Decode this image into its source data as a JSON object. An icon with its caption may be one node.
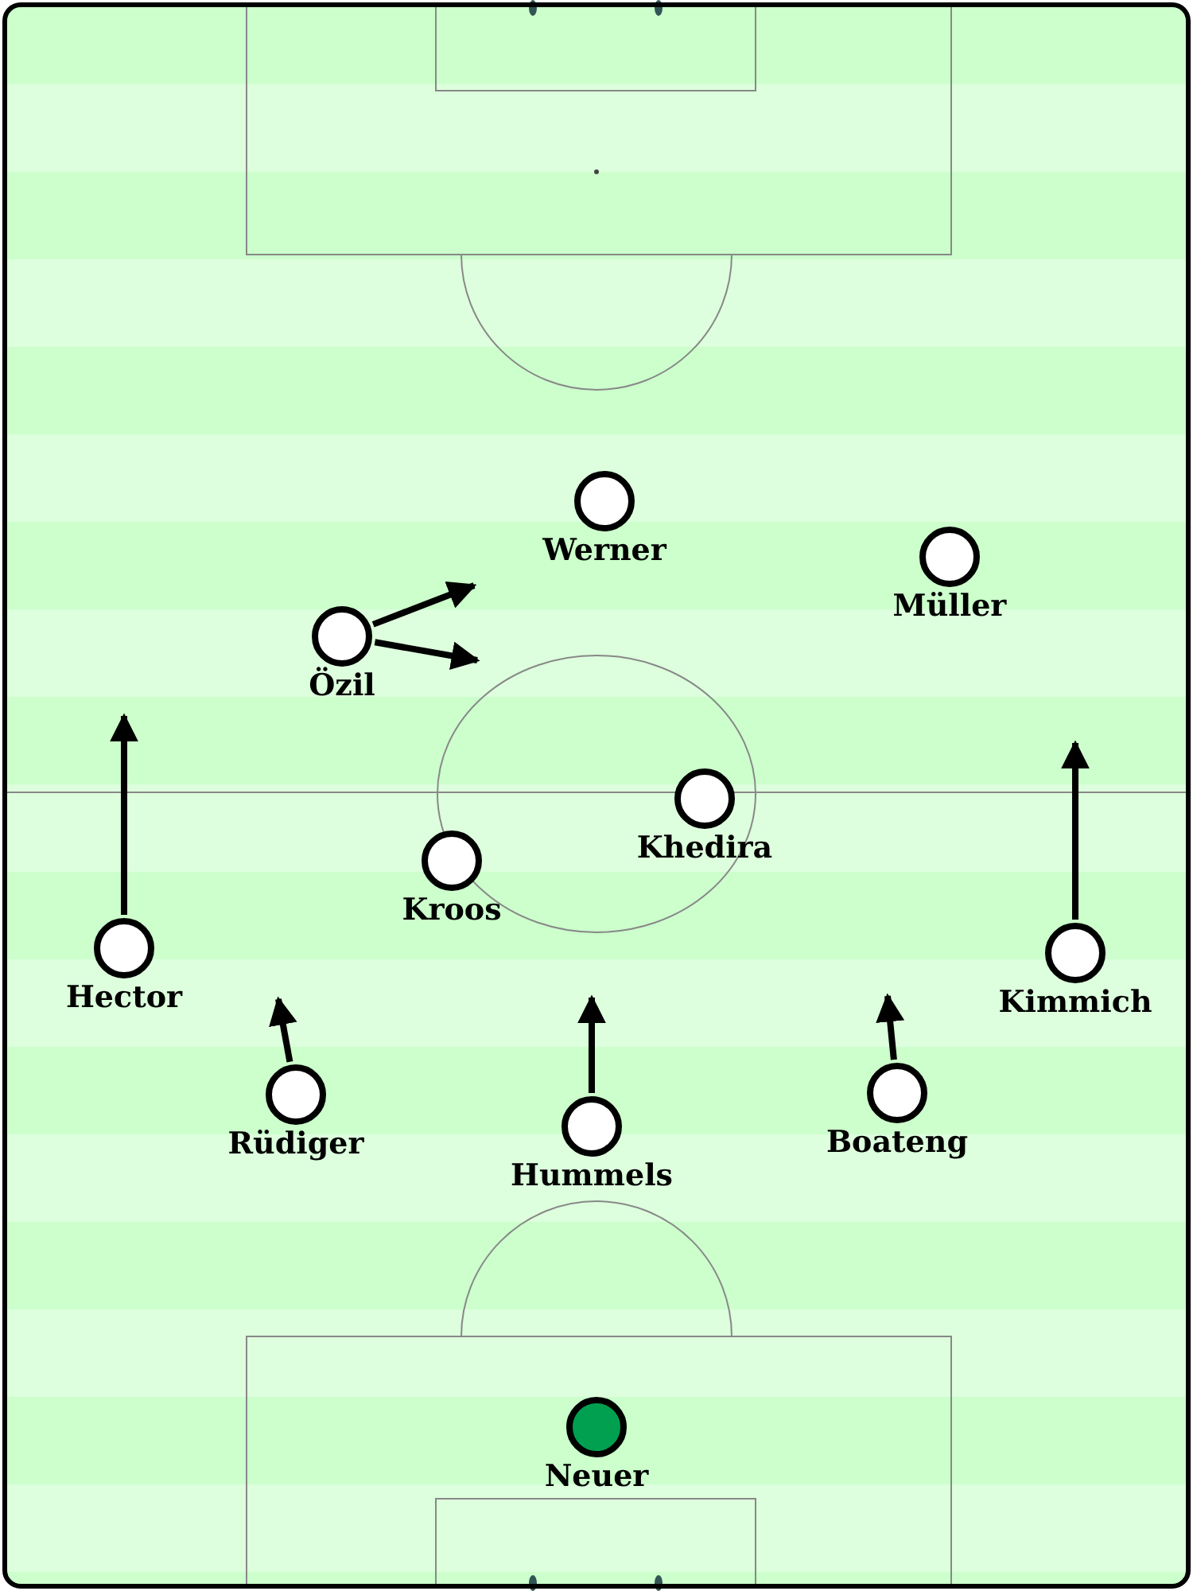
{
  "diagram": {
    "nodes": [
      {
        "text": [
          "Werner"
        ]
      },
      {
        "text": [
          "Müller"
        ]
      },
      {
        "text": [
          "Özil"
        ]
      },
      {
        "text": [
          "Khedira"
        ]
      },
      {
        "text": [
          "Kroos"
        ]
      },
      {
        "text": [
          "Hector"
        ]
      },
      {
        "text": [
          "Kimmich"
        ]
      },
      {
        "text": [
          "Rüdiger"
        ]
      },
      {
        "text": [
          "Hummels"
        ]
      },
      {
        "text": [
          "Boateng"
        ]
      },
      {
        "text": [
          "Neuer"
        ]
      }
    ],
    "edges": [
      {
        "from": 2,
        "to": null,
        "arrow": "to"
      },
      {
        "from": 2,
        "to": null,
        "arrow": "to"
      },
      {
        "from": 5,
        "to": null,
        "arrow": "to"
      },
      {
        "from": 6,
        "to": null,
        "arrow": "to"
      },
      {
        "from": 7,
        "to": null,
        "arrow": "to"
      },
      {
        "from": 8,
        "to": null,
        "arrow": "to"
      },
      {
        "from": 9,
        "to": null,
        "arrow": "to"
      }
    ]
  }
}
